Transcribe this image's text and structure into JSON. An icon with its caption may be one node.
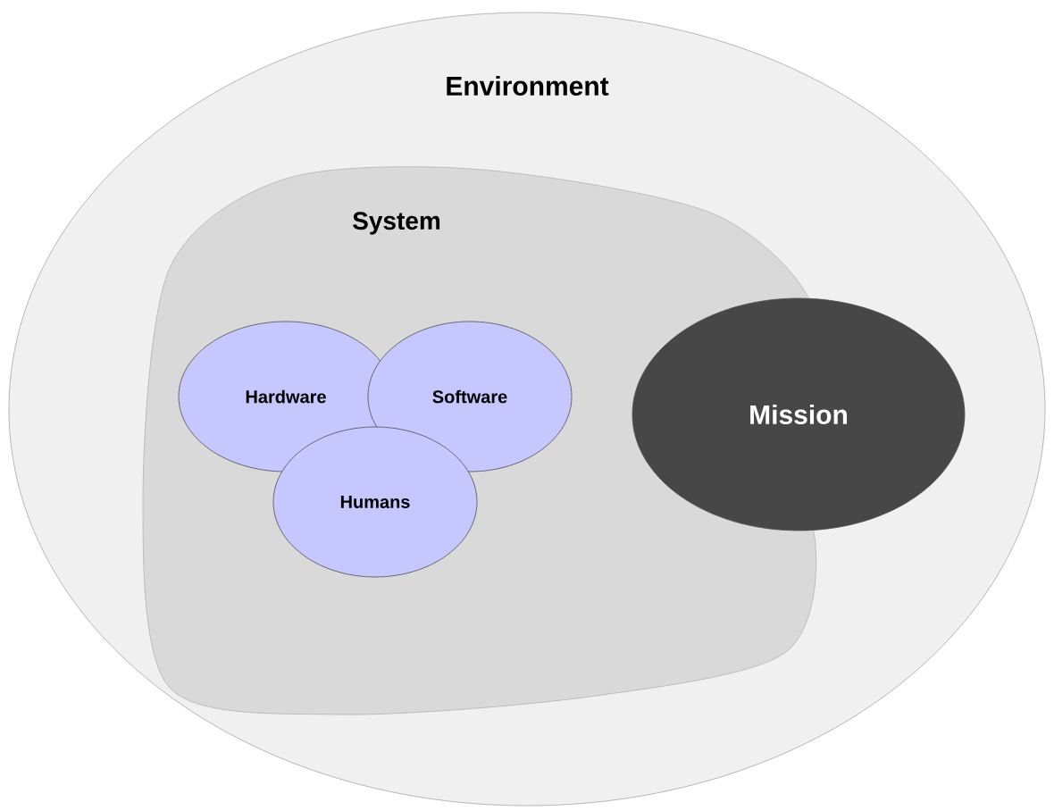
{
  "diagram": {
    "nodes": [
      {
        "text": [
          "Environment"
        ]
      },
      {
        "text": [
          "System"
        ],
        "in": 0
      },
      {
        "text": [
          "Hardware"
        ],
        "in": 1
      },
      {
        "text": [
          "Software"
        ],
        "in": 1
      },
      {
        "text": [
          "Humans"
        ],
        "in": 1
      },
      {
        "text": [
          "Mission"
        ],
        "in": 0
      }
    ]
  }
}
